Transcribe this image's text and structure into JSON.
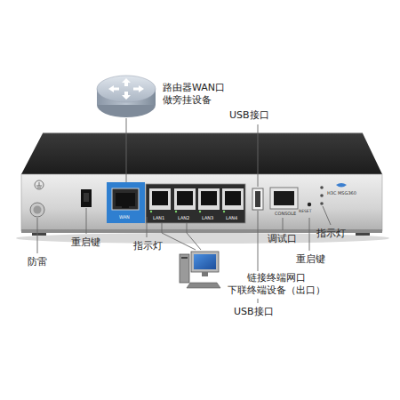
{
  "diagram": {
    "labels": [
      "路由器WAN口 做旁挂设备",
      "USB接口",
      "WAN",
      "LAN1",
      "LAN2",
      "LAN3",
      "LAN4",
      "CONSOLE",
      "RESET",
      "H3C MSG360",
      "防雷",
      "重启键",
      "指示灯",
      "调试口",
      "指示灯",
      "重启键",
      "链接终端网口 下联终端设备（出口）",
      "USB接口"
    ]
  }
}
